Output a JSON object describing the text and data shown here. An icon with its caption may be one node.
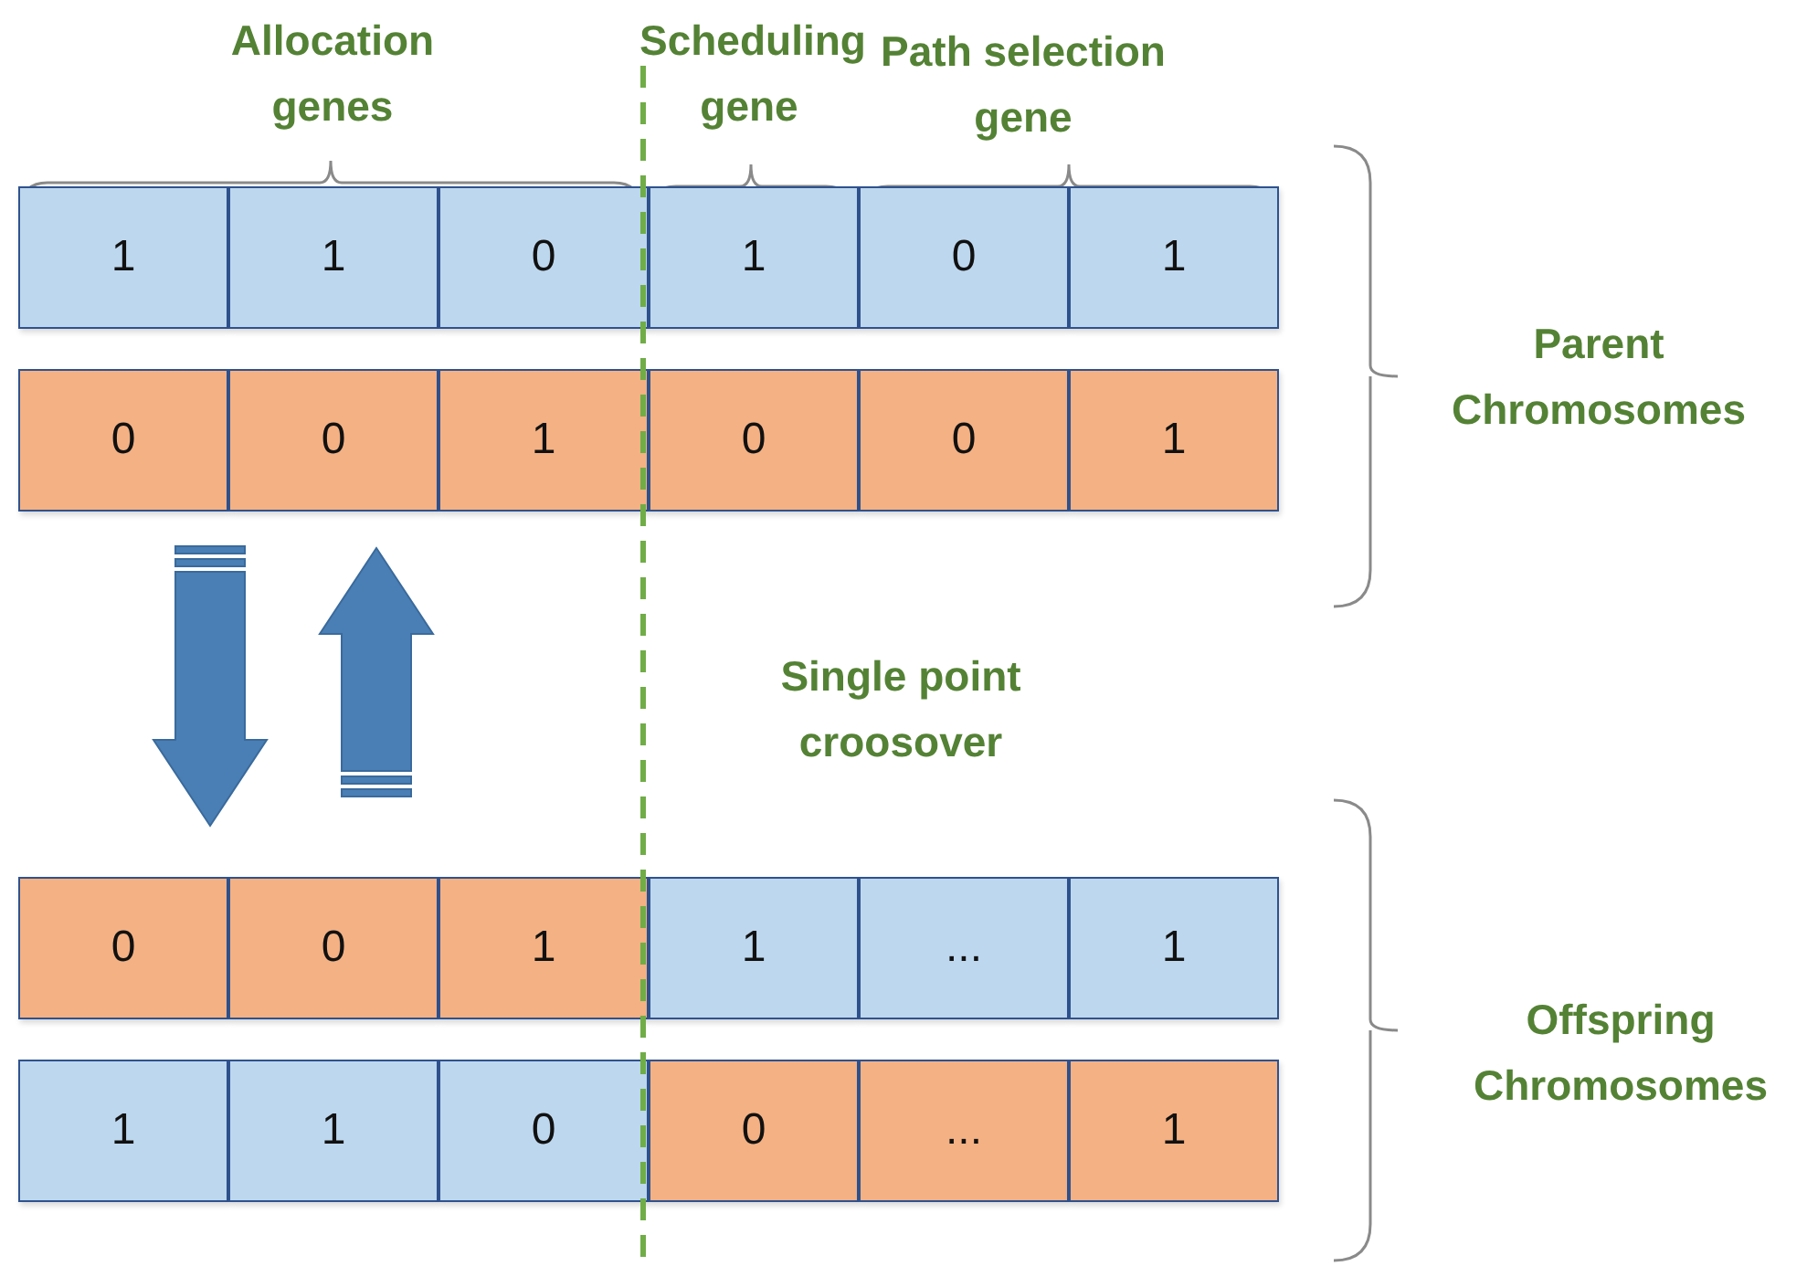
{
  "diagram": {
    "nodes": [
      {
        "text": [
          "1"
        ]
      },
      {
        "text": [
          "1"
        ]
      },
      {
        "text": [
          "0"
        ]
      },
      {
        "text": [
          "1"
        ]
      },
      {
        "text": [
          "0"
        ]
      },
      {
        "text": [
          "1"
        ]
      },
      {
        "text": [
          "0"
        ]
      },
      {
        "text": [
          "0"
        ]
      },
      {
        "text": [
          "1"
        ]
      },
      {
        "text": [
          "0"
        ]
      },
      {
        "text": [
          "0"
        ]
      },
      {
        "text": [
          "1"
        ]
      },
      {
        "text": [
          "0"
        ]
      },
      {
        "text": [
          "0"
        ]
      },
      {
        "text": [
          "1"
        ]
      },
      {
        "text": [
          "1"
        ]
      },
      {
        "text": [
          "..."
        ]
      },
      {
        "text": [
          "1"
        ]
      },
      {
        "text": [
          "1"
        ]
      },
      {
        "text": [
          "1"
        ]
      },
      {
        "text": [
          "0"
        ]
      },
      {
        "text": [
          "0"
        ]
      },
      {
        "text": [
          "..."
        ]
      },
      {
        "text": [
          "1"
        ]
      }
    ],
    "labels": [
      "Allocation genes",
      "Scheduling gene",
      "Path selection gene",
      "Parent Chromosomes",
      "Single point croosover",
      "Offspring Chromosomes"
    ]
  }
}
